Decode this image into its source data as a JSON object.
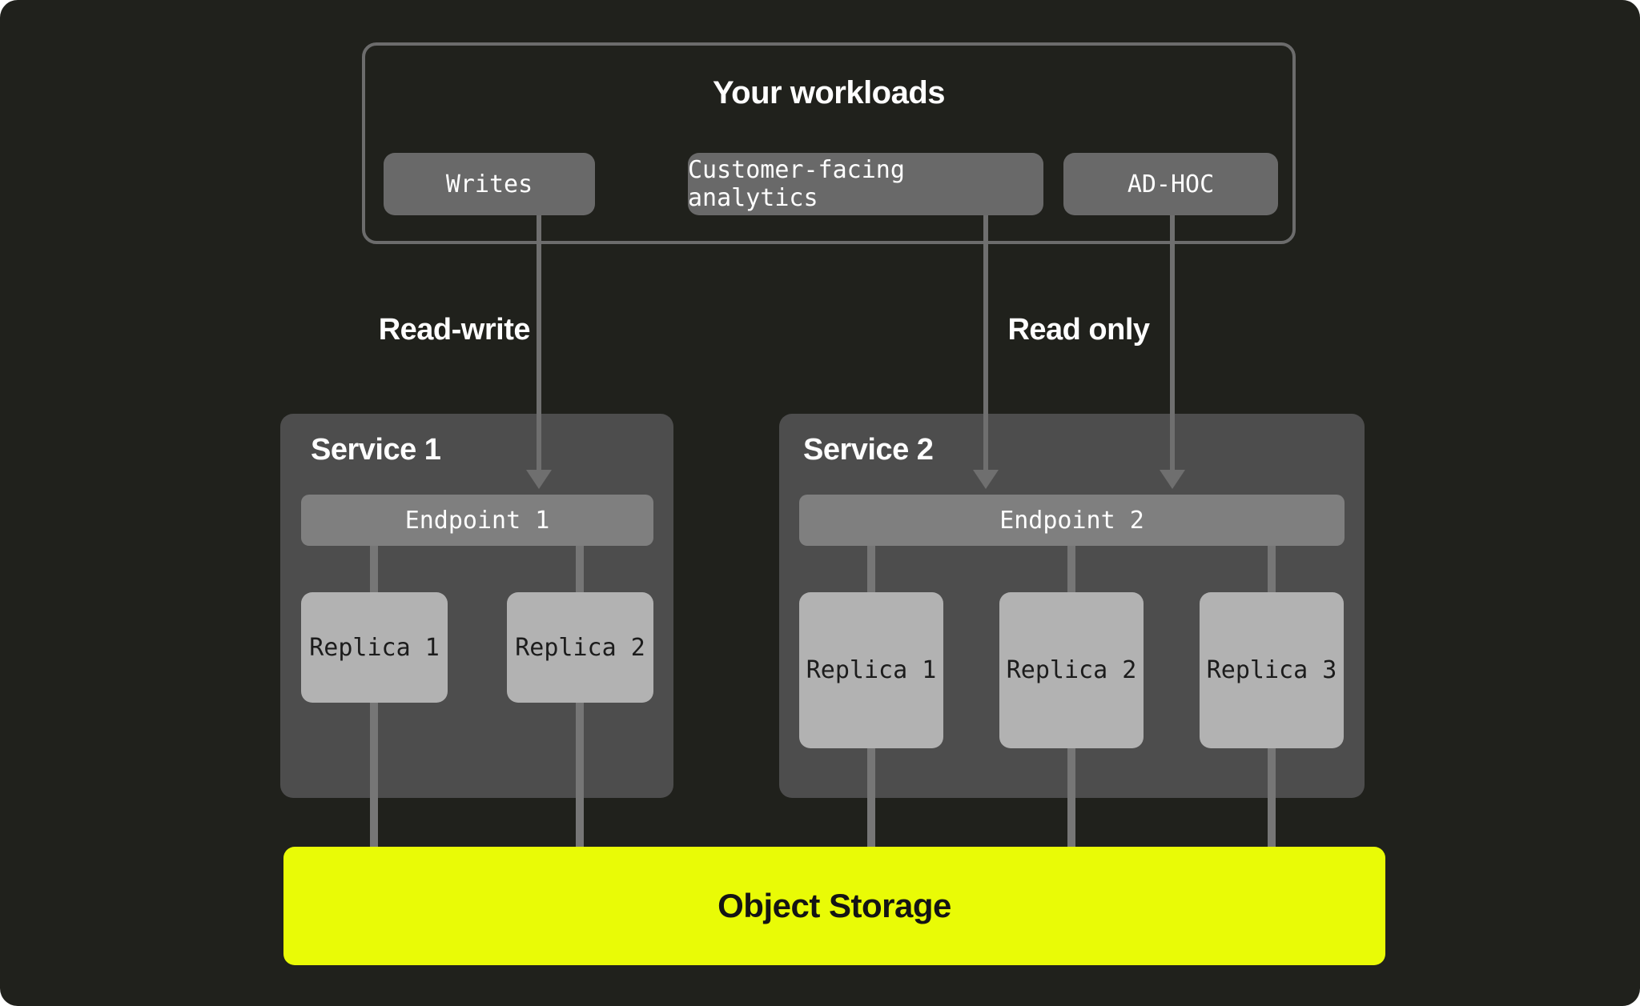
{
  "canvas": {
    "background": "#20211c",
    "accent_yellow": "#e9fb06",
    "panel_gray": "#4d4d4d",
    "endpoint_gray": "#7f7f7f",
    "replica_gray": "#b2b2b2",
    "node_gray": "#696969"
  },
  "workloads": {
    "title": "Your workloads",
    "items": [
      {
        "label": "Writes"
      },
      {
        "label": "Customer-facing analytics"
      },
      {
        "label": "AD-HOC"
      }
    ]
  },
  "edges": {
    "read_write_label": "Read-write",
    "read_only_label": "Read only"
  },
  "services": [
    {
      "title": "Service 1",
      "endpoint": "Endpoint 1",
      "replicas": [
        "Replica 1",
        "Replica 2"
      ]
    },
    {
      "title": "Service 2",
      "endpoint": "Endpoint 2",
      "replicas": [
        "Replica 1",
        "Replica 2",
        "Replica 3"
      ]
    }
  ],
  "storage": {
    "label": "Object Storage"
  }
}
